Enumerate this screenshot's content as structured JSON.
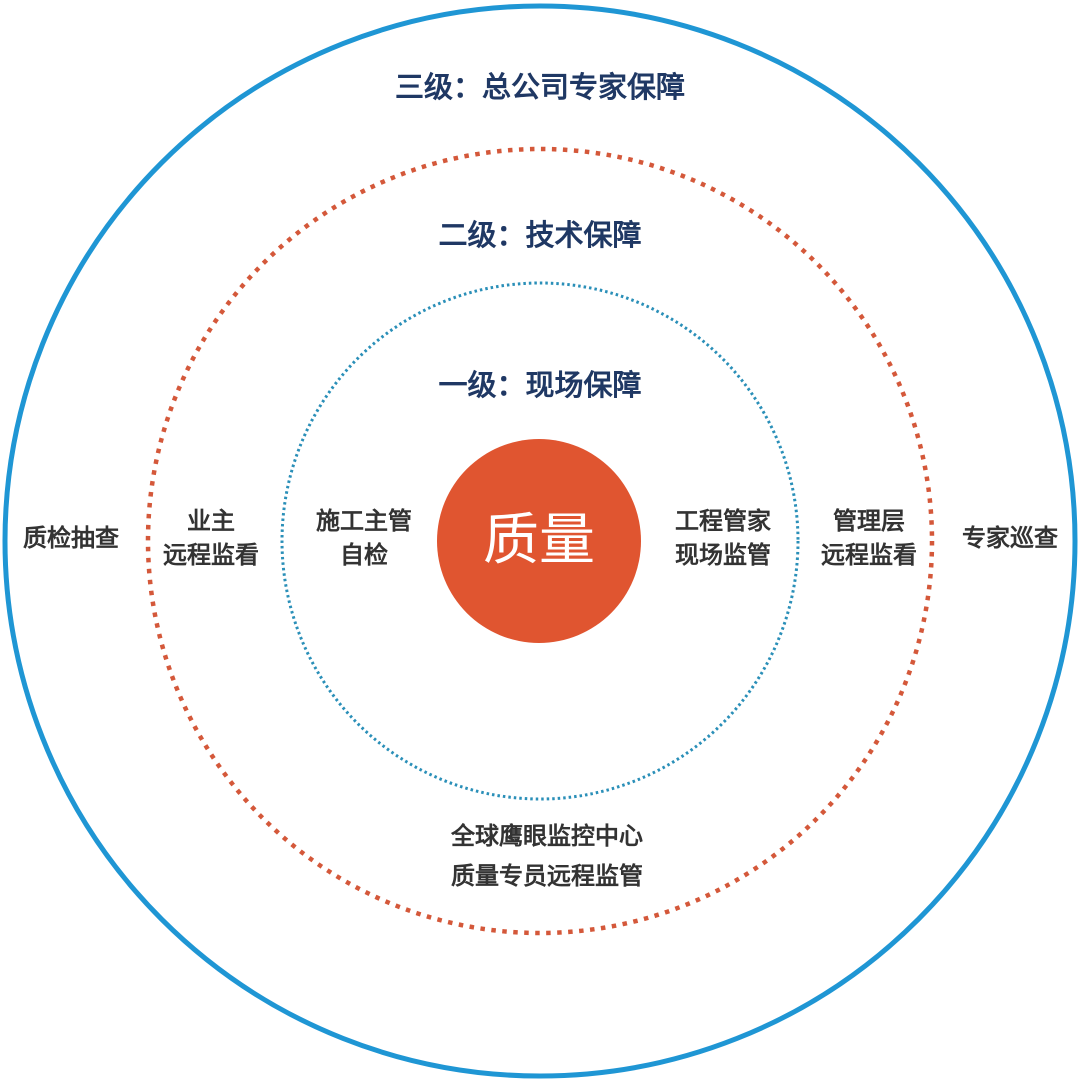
{
  "colors": {
    "outer_ring": "#1f96d4",
    "middle_ring": "#d4583a",
    "inner_ring": "#2a8fb8",
    "core_fill": "#e05530",
    "level_text": "#1f3864",
    "label_text": "#333333"
  },
  "levels": {
    "level3": "三级：总公司专家保障",
    "level2": "二级：技术保障",
    "level1": "一级：现场保障"
  },
  "core": "质量",
  "labels": {
    "outer_left": "质检抽查",
    "outer_right": "专家巡查",
    "middle_left": [
      "业主",
      "远程监看"
    ],
    "middle_right": [
      "管理层",
      "远程监看"
    ],
    "inner_left": [
      "施工主管",
      "自检"
    ],
    "inner_right": [
      "工程管家",
      "现场监管"
    ],
    "bottom": [
      "全球鹰眼监控中心",
      "质量专员远程监管"
    ]
  }
}
